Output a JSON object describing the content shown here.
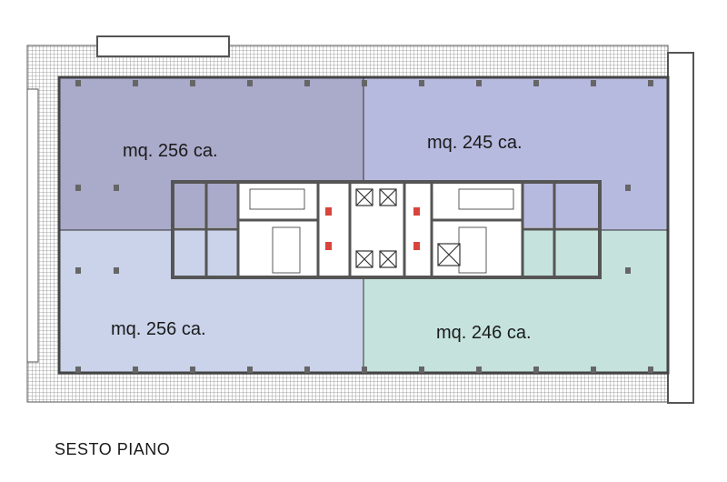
{
  "floor_title": "SESTO PIANO",
  "zones": [
    {
      "id": "top-left",
      "label": "mq. 256 ca.",
      "color": "#aaaacb"
    },
    {
      "id": "top-right",
      "label": "mq. 245 ca.",
      "color": "#b7badf"
    },
    {
      "id": "bottom-left",
      "label": "mq. 256 ca.",
      "color": "#cad3ea"
    },
    {
      "id": "bottom-right",
      "label": "mq. 246 ca.",
      "color": "#c5e3dc"
    }
  ],
  "colors": {
    "wall": "#555555",
    "core": "#ffffff",
    "exit_sign": "#d9443c",
    "hatch": "#888888"
  }
}
